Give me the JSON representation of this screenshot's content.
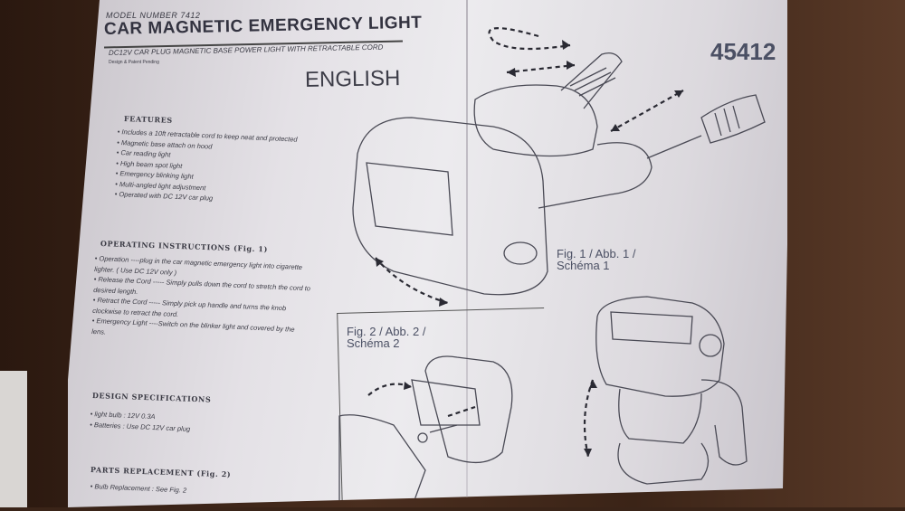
{
  "document": {
    "model_number": "MODEL NUMBER 7412",
    "title": "CAR MAGNETIC EMERGENCY LIGHT",
    "subtitle": "DC12V CAR PLUG MAGNETIC BASE POWER LIGHT WITH RETRACTABLE CORD",
    "subtitle_small": "Design & Patent Pending",
    "language": "ENGLISH",
    "item_code": "45412"
  },
  "features": {
    "heading": "FEATURES",
    "items": [
      "Includes a 10ft retractable cord to keep neat and protected",
      "Magnetic base attach on hood",
      "Car reading light",
      "High beam spot light",
      "Emergency blinking light",
      "Multi-angled light adjustment",
      "Operated with DC 12V car plug"
    ]
  },
  "operating": {
    "heading": "OPERATING INSTRUCTIONS (Fig. 1)",
    "items": [
      "Operation ----plug in the car magnetic emergency light into cigarette lighter. ( Use DC 12V only )",
      "Release the Cord ----- Simply pulls down the cord to stretch the cord to desired length.",
      "Retract the Cord ----- Simply pick up handle and turns the knob clockwise to retract the cord.",
      "Emergency Light ----Switch on the blinker light and covered by the lens."
    ]
  },
  "design": {
    "heading": "DESIGN SPECIFICATIONS",
    "items": [
      "light bulb : 12V 0.3A",
      "Batteries : Use DC 12V car plug"
    ]
  },
  "parts": {
    "heading": "PARTS REPLACEMENT (Fig. 2)",
    "items": [
      "Bulb Replacement : See Fig. 2"
    ]
  },
  "figures": {
    "fig1_line1": "Fig. 1 / Abb. 1 /",
    "fig1_line2": "Schéma 1",
    "fig2_line1": "Fig. 2 / Abb. 2 /",
    "fig2_line2": "Schéma 2"
  },
  "colors": {
    "paper": "#e4e1e6",
    "ink": "#3a3a44",
    "background": "#3a2418"
  }
}
